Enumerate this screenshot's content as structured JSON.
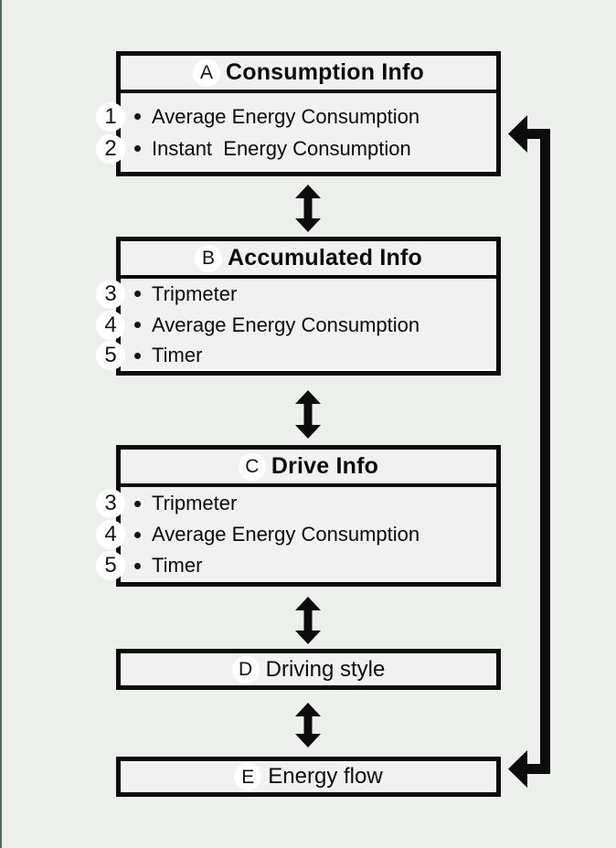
{
  "page": {
    "background_color": "#edefed",
    "edge_line_color": "#4e6a54",
    "line_color": "#0c0c0c"
  },
  "diagram": {
    "boxes": [
      {
        "label": "A",
        "title": "Consumption Info",
        "items": [
          {
            "num": "1",
            "text": "Average Energy Consumption"
          },
          {
            "num": "2",
            "text": "Instant  Energy Consumption"
          }
        ]
      },
      {
        "label": "B",
        "title": "Accumulated Info",
        "items": [
          {
            "num": "3",
            "text": "Tripmeter"
          },
          {
            "num": "4",
            "text": "Average Energy Consumption"
          },
          {
            "num": "5",
            "text": "Timer"
          }
        ]
      },
      {
        "label": "C",
        "title": "Drive Info",
        "items": [
          {
            "num": "3",
            "text": "Tripmeter"
          },
          {
            "num": "4",
            "text": "Average Energy Consumption"
          },
          {
            "num": "5",
            "text": "Timer"
          }
        ]
      },
      {
        "label": "D",
        "title": "Driving style"
      },
      {
        "label": "E",
        "title": "Energy flow"
      }
    ],
    "icons": {
      "between_boxes": "double-vertical-arrow",
      "loop": "return-to-top-arrow"
    }
  }
}
